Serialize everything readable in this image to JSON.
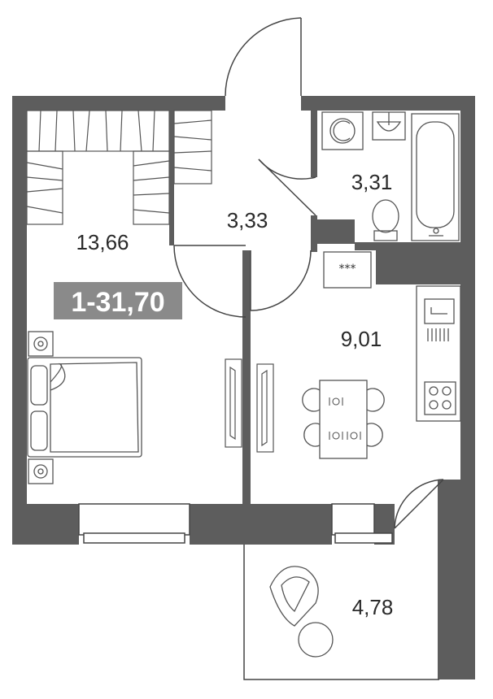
{
  "apartment": {
    "code": "1-31,70",
    "badge_color": "#8a8a8a"
  },
  "colors": {
    "wall": "#5d5d5d",
    "line": "#444444",
    "background": "#ffffff"
  },
  "rooms": [
    {
      "key": "bedroom",
      "area": "13,66"
    },
    {
      "key": "hall",
      "area": "3,33"
    },
    {
      "key": "bathroom",
      "area": "3,31"
    },
    {
      "key": "kitchen",
      "area": "9,01"
    },
    {
      "key": "balcony",
      "area": "4,78"
    }
  ],
  "fixtures": {
    "stove_label": "***",
    "icons": [
      "wardrobe-icon",
      "double-bed-icon",
      "nightstand-icon",
      "washing-machine-icon",
      "sink-icon",
      "bathtub-icon",
      "toilet-icon",
      "kitchen-sink-icon",
      "cooktop-icon",
      "dining-table-icon",
      "chair-icon",
      "lounge-chair-icon",
      "round-table-icon",
      "door-icon",
      "window-icon"
    ]
  }
}
